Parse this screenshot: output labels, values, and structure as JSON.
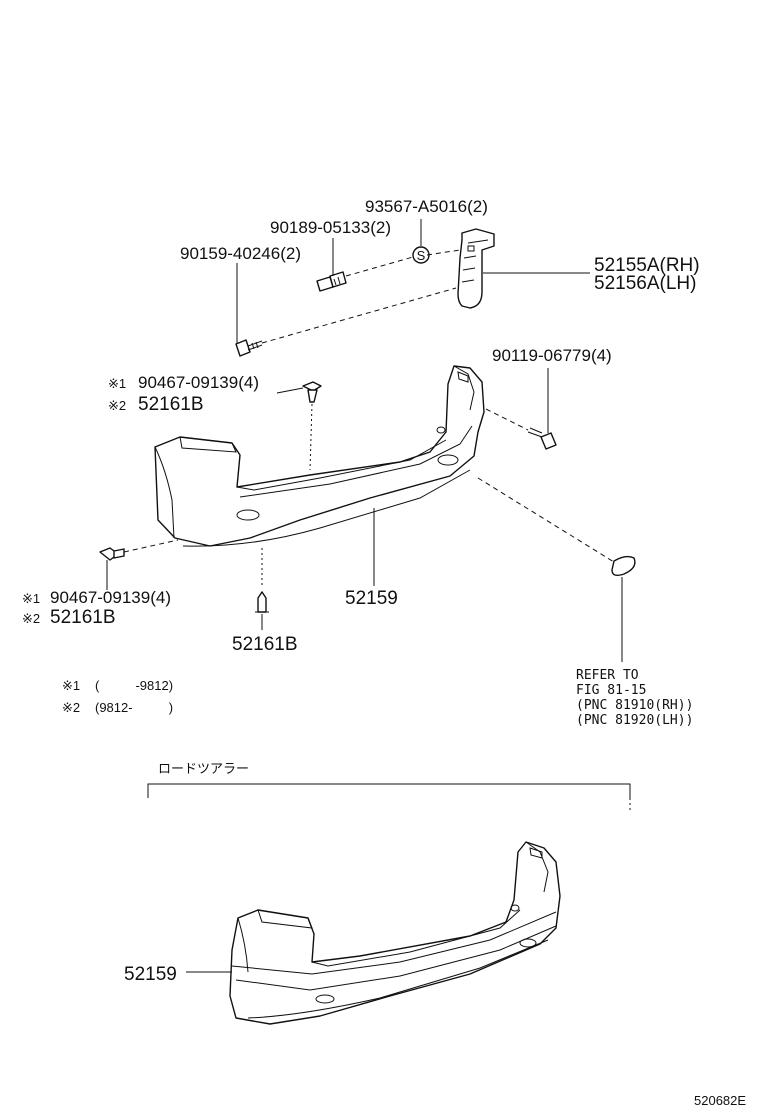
{
  "labels": {
    "p_93567": "93567-A5016(2)",
    "p_90189": "90189-05133(2)",
    "p_90159": "90159-40246(2)",
    "p_52155": "52155A(RH)",
    "p_52156": "52156A(LH)",
    "p_90119": "90119-06779(4)",
    "top_mark1": "※1",
    "top_90467": "90467-09139(4)",
    "top_mark2": "※2",
    "top_52161B": "52161B",
    "bumper": "52159",
    "left_mark1": "※1",
    "left_90467": "90467-09139(4)",
    "left_mark2": "※2",
    "left_52161B": "52161B",
    "bottom_52161B": "52161B",
    "note1_mark": "※1",
    "note1_text": "(          -9812)",
    "note2_mark": "※2",
    "note2_text": "(9812-          )",
    "refer_line1": "REFER TO",
    "refer_line2": "FIG 81-15",
    "refer_line3": "(PNC 81910(RH))",
    "refer_line4": "(PNC 81920(LH))",
    "section_title": "ロードツアラー",
    "bumper_lower": "52159",
    "diagram_code": "520682E"
  },
  "clip_symbol": "S"
}
